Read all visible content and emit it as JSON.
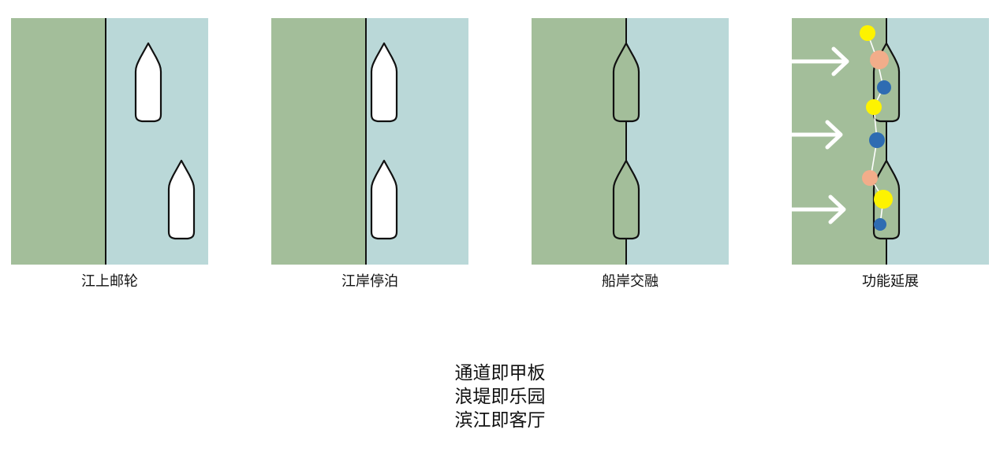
{
  "colors": {
    "land": "#a3be9a",
    "water": "#bad8d8",
    "boat": "#ffffff",
    "outline": "#111111",
    "dot_yellow": "#fdf300",
    "dot_orange": "#f2ad8a",
    "dot_blue": "#2e6cb2",
    "arrow": "#ffffff"
  },
  "panels": [
    {
      "caption": "江上邮轮",
      "icon": "cruise-on-river-icon"
    },
    {
      "caption": "江岸停泊",
      "icon": "moored-at-bank-icon"
    },
    {
      "caption": "船岸交融",
      "icon": "boat-bank-merge-icon"
    },
    {
      "caption": "功能延展",
      "icon": "function-extension-icon"
    }
  ],
  "slogan": {
    "line1": "通道即甲板",
    "line2": "浪堤即乐园",
    "line3": "滨江即客厅"
  }
}
